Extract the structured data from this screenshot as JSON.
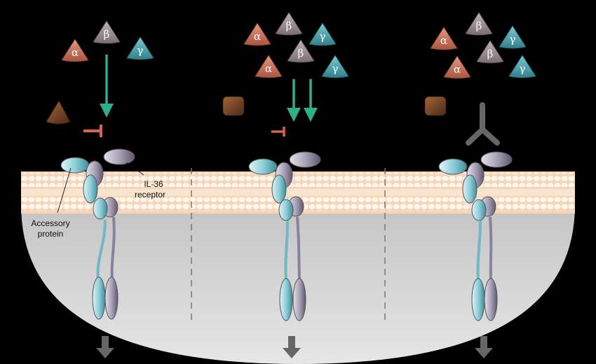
{
  "labels": {
    "accessory_protein": [
      "Accessory",
      "protein"
    ],
    "il36_receptor": [
      "IL-36",
      "receptor"
    ]
  },
  "ligand_symbols": {
    "alpha": "α",
    "beta": "β",
    "gamma": "γ"
  },
  "colors": {
    "background": "#000000",
    "cytoplasm": "#cfcfcf",
    "membrane": "#fbe3cc",
    "alpha_ligand": "#c9755c",
    "beta_ligand": "#9c8f92",
    "gamma_ligand": "#4fa3ad",
    "activation_arrow": "#2fae8c",
    "inhibition_bar": "#d8634a",
    "antagonist": "#6b3f24",
    "accessory_protein": "#8fcfda",
    "il36_receptor": "#aaa3b8",
    "antibody": "#666666",
    "signal_arrow": "#666666"
  }
}
